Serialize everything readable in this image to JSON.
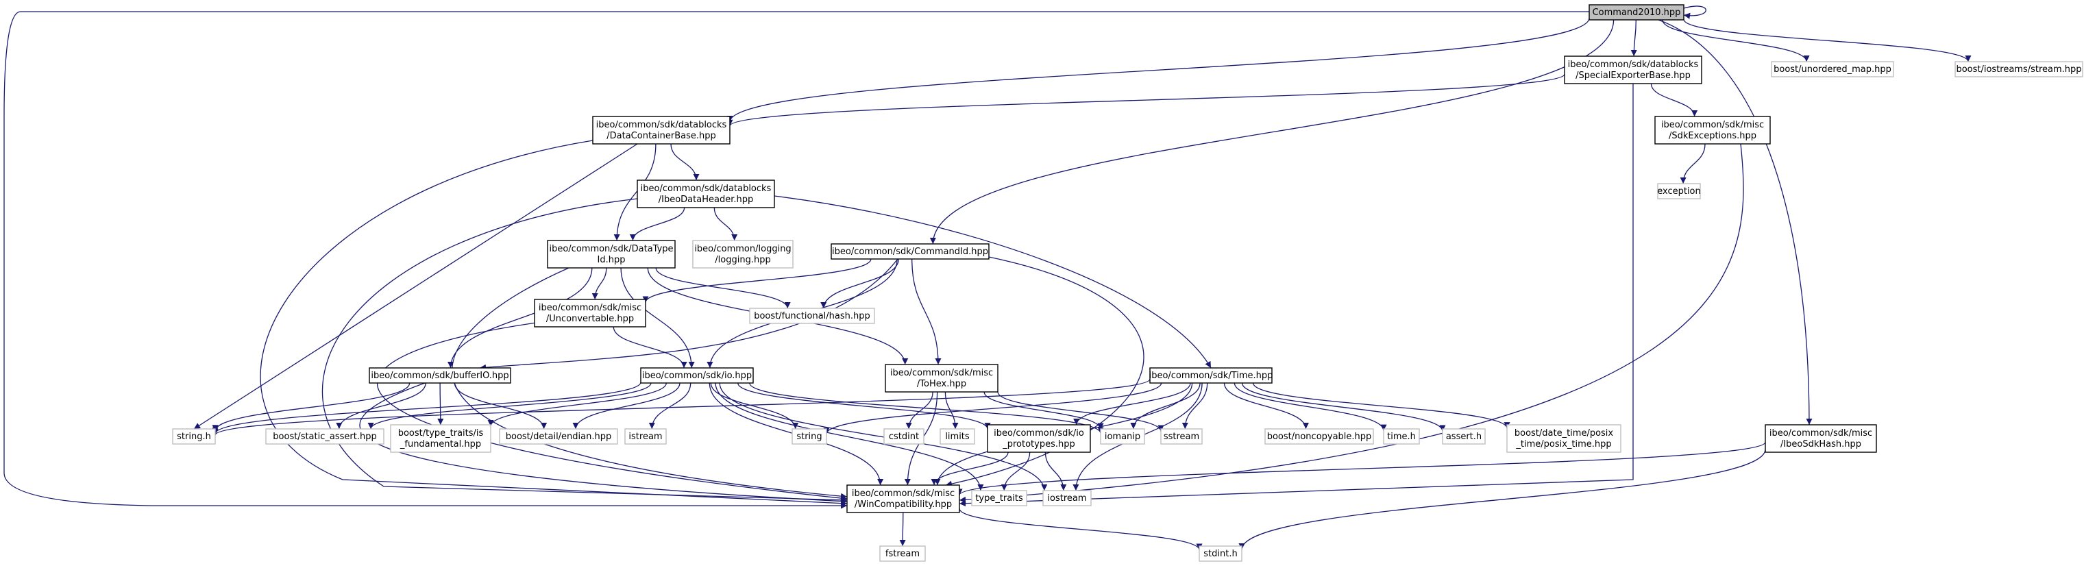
{
  "colors": {
    "edge": "#191970",
    "root_fill": "#bfbfbf",
    "node_border": "#000000",
    "external_border": "#bfbfbf",
    "background": "#ffffff"
  },
  "nodes": [
    {
      "id": "root",
      "lines": [
        "Command2010.hpp"
      ],
      "kind": "root"
    },
    {
      "id": "special",
      "lines": [
        "ibeo/common/sdk/datablocks",
        "/SpecialExporterBase.hpp"
      ],
      "kind": "internal"
    },
    {
      "id": "unordered",
      "lines": [
        "boost/unordered_map.hpp"
      ],
      "kind": "external"
    },
    {
      "id": "iostreams",
      "lines": [
        "boost/iostreams/stream.hpp"
      ],
      "kind": "external"
    },
    {
      "id": "dcb",
      "lines": [
        "ibeo/common/sdk/datablocks",
        "/DataContainerBase.hpp"
      ],
      "kind": "internal"
    },
    {
      "id": "sdkexc",
      "lines": [
        "ibeo/common/sdk/misc",
        "/SdkExceptions.hpp"
      ],
      "kind": "internal"
    },
    {
      "id": "idh",
      "lines": [
        "ibeo/common/sdk/datablocks",
        "/IbeoDataHeader.hpp"
      ],
      "kind": "internal"
    },
    {
      "id": "exception",
      "lines": [
        "exception"
      ],
      "kind": "external"
    },
    {
      "id": "dtid",
      "lines": [
        "ibeo/common/sdk/DataType",
        "Id.hpp"
      ],
      "kind": "internal"
    },
    {
      "id": "logging",
      "lines": [
        "ibeo/common/logging",
        "/logging.hpp"
      ],
      "kind": "external"
    },
    {
      "id": "cmdid",
      "lines": [
        "ibeo/common/sdk/CommandId.hpp"
      ],
      "kind": "internal"
    },
    {
      "id": "unconv",
      "lines": [
        "ibeo/common/sdk/misc",
        "/Unconvertable.hpp"
      ],
      "kind": "internal"
    },
    {
      "id": "fhash",
      "lines": [
        "boost/functional/hash.hpp"
      ],
      "kind": "external"
    },
    {
      "id": "bufio",
      "lines": [
        "ibeo/common/sdk/bufferIO.hpp"
      ],
      "kind": "internal"
    },
    {
      "id": "io",
      "lines": [
        "ibeo/common/sdk/io.hpp"
      ],
      "kind": "internal"
    },
    {
      "id": "tohex",
      "lines": [
        "ibeo/common/sdk/misc",
        "/ToHex.hpp"
      ],
      "kind": "internal"
    },
    {
      "id": "time",
      "lines": [
        "ibeo/common/sdk/Time.hpp"
      ],
      "kind": "internal"
    },
    {
      "id": "stringh",
      "lines": [
        "string.h"
      ],
      "kind": "external"
    },
    {
      "id": "sassert",
      "lines": [
        "boost/static_assert.hpp"
      ],
      "kind": "external"
    },
    {
      "id": "typetraits_isf",
      "lines": [
        "boost/type_traits/is",
        "_fundamental.hpp"
      ],
      "kind": "external"
    },
    {
      "id": "endian",
      "lines": [
        "boost/detail/endian.hpp"
      ],
      "kind": "external"
    },
    {
      "id": "istream",
      "lines": [
        "istream"
      ],
      "kind": "external"
    },
    {
      "id": "string",
      "lines": [
        "string"
      ],
      "kind": "external"
    },
    {
      "id": "cstdint",
      "lines": [
        "cstdint"
      ],
      "kind": "external"
    },
    {
      "id": "limits",
      "lines": [
        "limits"
      ],
      "kind": "external"
    },
    {
      "id": "ioproto",
      "lines": [
        "ibeo/common/sdk/io",
        "_prototypes.hpp"
      ],
      "kind": "internal"
    },
    {
      "id": "iomanip",
      "lines": [
        "iomanip"
      ],
      "kind": "external"
    },
    {
      "id": "sstream",
      "lines": [
        "sstream"
      ],
      "kind": "external"
    },
    {
      "id": "noncopy",
      "lines": [
        "boost/noncopyable.hpp"
      ],
      "kind": "external"
    },
    {
      "id": "timeh",
      "lines": [
        "time.h"
      ],
      "kind": "external"
    },
    {
      "id": "asserth",
      "lines": [
        "assert.h"
      ],
      "kind": "external"
    },
    {
      "id": "posix",
      "lines": [
        "boost/date_time/posix",
        "_time/posix_time.hpp"
      ],
      "kind": "external"
    },
    {
      "id": "ibeohash",
      "lines": [
        "ibeo/common/sdk/misc",
        "/IbeoSdkHash.hpp"
      ],
      "kind": "internal"
    },
    {
      "id": "wincompat",
      "lines": [
        "ibeo/common/sdk/misc",
        "/WinCompatibility.hpp"
      ],
      "kind": "internal"
    },
    {
      "id": "typetraits",
      "lines": [
        "type_traits"
      ],
      "kind": "external"
    },
    {
      "id": "iostream",
      "lines": [
        "iostream"
      ],
      "kind": "external"
    },
    {
      "id": "fstream",
      "lines": [
        "fstream"
      ],
      "kind": "external"
    },
    {
      "id": "stdinth",
      "lines": [
        "stdint.h"
      ],
      "kind": "external"
    }
  ]
}
